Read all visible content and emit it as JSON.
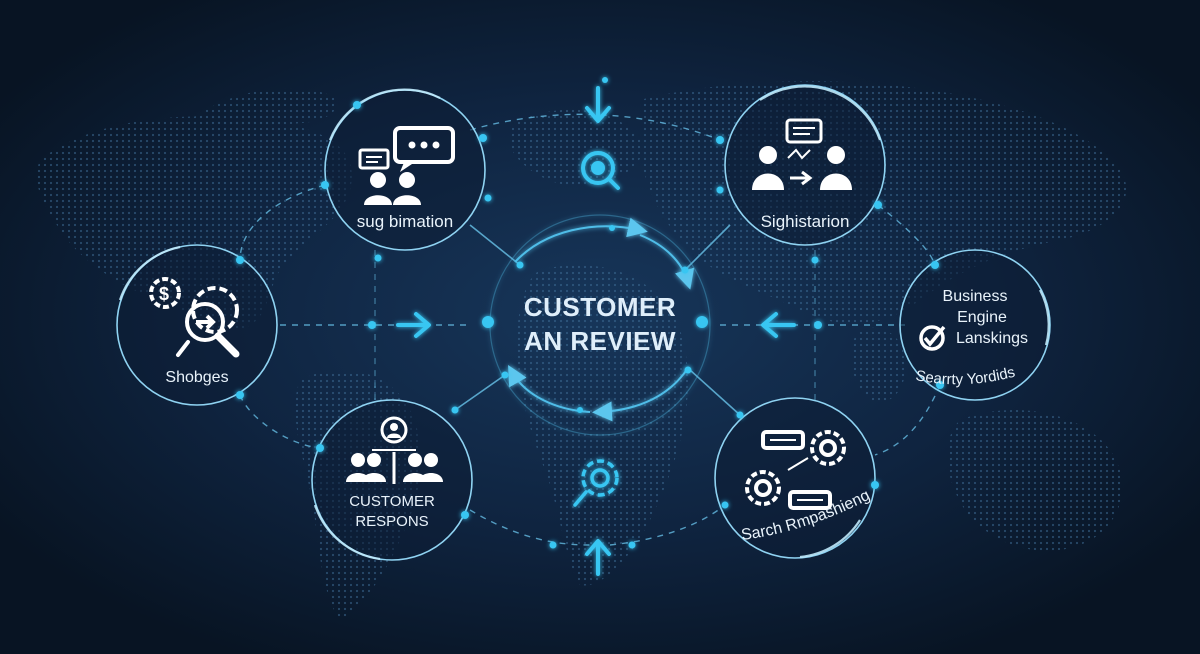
{
  "center": {
    "line1": "CUSTOMER",
    "line2": "AN REVIEW"
  },
  "nodes": {
    "top_left": {
      "label": "sug bimation"
    },
    "top_right": {
      "label": "Sighistarion"
    },
    "left": {
      "label": "Shobges"
    },
    "right": {
      "line1": "Business",
      "line2": "Engine",
      "line3": "Lanskings",
      "curved": "Searrty Yordids"
    },
    "bottom_left": {
      "line1": "CUSTOMER",
      "line2": "RESPONS"
    },
    "bottom_right": {
      "label": "Sarch Rmpashieng"
    }
  },
  "colors": {
    "background": "#0b1a2e",
    "accent": "#38c6f2",
    "line": "#5fb2d8",
    "text": "#e9f3fb"
  }
}
